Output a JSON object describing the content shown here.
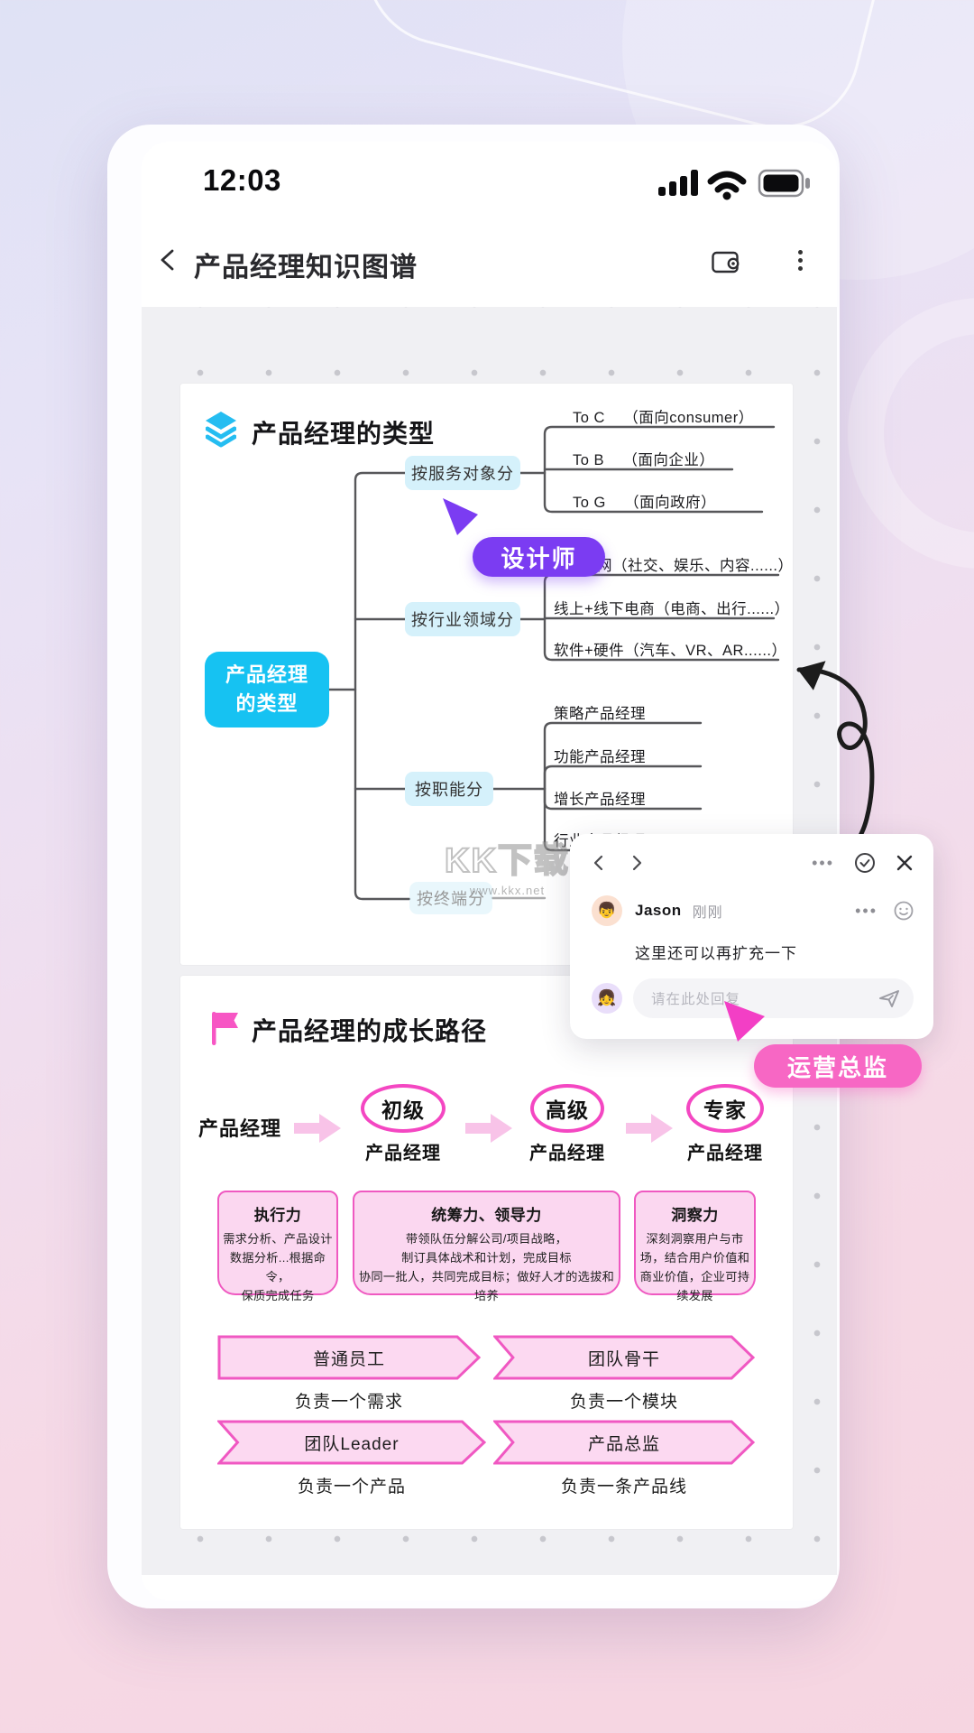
{
  "status_bar": {
    "time": "12:03"
  },
  "nav": {
    "title": "产品经理知识图谱"
  },
  "colors": {
    "accent_cyan": "#16c2f2",
    "accent_pink": "#f447c2",
    "accent_purple": "#7b3cf2"
  },
  "watermark": {
    "title": "KK下载",
    "url": "www.kkx.net"
  },
  "type_map": {
    "heading": "产品经理的类型",
    "root_line1": "产品经理",
    "root_line2": "的类型",
    "branch1": "按服务对象分",
    "branch2": "按行业领域分",
    "branch3": "按职能分",
    "branch4": "按终端分",
    "b1c1": "To C    （面向consumer）",
    "b1c2": "To B    （面向企业）",
    "b1c3": "To G    （面向政府）",
    "b2c1": "互联网（社交、娱乐、内容......）",
    "b2c2": "线上+线下电商（电商、出行......）",
    "b2c3": "软件+硬件（汽车、VR、AR......）",
    "b3c1": "策略产品经理",
    "b3c2": "功能产品经理",
    "b3c3": "增长产品经理",
    "b3c4": "行业产品经理"
  },
  "cursors": {
    "designer": "设计师",
    "ops": "运营总监"
  },
  "comment": {
    "author": "Jason",
    "author_emoji": "👦",
    "time": "刚刚",
    "text": "这里还可以再扩充一下",
    "reply_emoji": "👧",
    "reply_placeholder": "请在此处回复"
  },
  "growth": {
    "heading": "产品经理的成长路径",
    "start": "产品经理",
    "stages": [
      {
        "oval": "初级",
        "label": "产品经理"
      },
      {
        "oval": "高级",
        "label": "产品经理"
      },
      {
        "oval": "专家",
        "label": "产品经理"
      }
    ],
    "boxes": [
      {
        "title": "执行力",
        "body": "需求分析、产品设计\n数据分析...根据命令，\n保质完成任务"
      },
      {
        "title": "统筹力、领导力",
        "body": "带领队伍分解公司/项目战略，\n制订具体战术和计划，完成目标\n协同一批人，共同完成目标；做好人才的选拔和培养"
      },
      {
        "title": "洞察力",
        "body": "深刻洞察用户与市\n场，结合用户价值和\n商业价值，企业可持\n续发展"
      }
    ],
    "banners": [
      {
        "label": "普通员工",
        "caption": "负责一个需求"
      },
      {
        "label": "团队骨干",
        "caption": "负责一个模块"
      },
      {
        "label": "团队Leader",
        "caption": "负责一个产品"
      },
      {
        "label": "产品总监",
        "caption": "负责一条产品线"
      }
    ]
  }
}
